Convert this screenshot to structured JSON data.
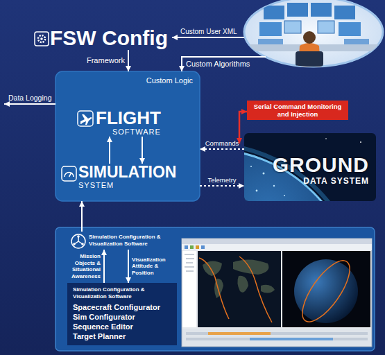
{
  "diagram": {
    "nodes": [
      {
        "text": [
          "FSW Config"
        ]
      },
      {
        "text": [
          "Custom Logic"
        ]
      },
      {
        "text": [
          "FLIGHT",
          "SOFTWARE"
        ],
        "in": 1
      },
      {
        "text": [
          "SIMULATION",
          "SYSTEM"
        ],
        "in": 1
      },
      {
        "text": [
          "Serial Command Monitoring and Injection"
        ]
      },
      {
        "text": [
          "GROUND",
          "DATA SYSTEM"
        ]
      },
      {
        "text": [
          "Simulation Configuration & Visualization Software"
        ]
      },
      {
        "text": [
          "Simulation Configuration & Visualization Software",
          "Spacecraft Configurator",
          "Sim Configurator",
          "Sequence Editor",
          "Target Planner"
        ]
      }
    ],
    "edges": [
      {
        "from": 0,
        "to": 1,
        "label": "Framework",
        "arrow": "to"
      },
      {
        "from": 3,
        "to": 2,
        "arrow": "to"
      },
      {
        "from": 2,
        "to": 3,
        "arrow": "to"
      },
      {
        "from": 5,
        "to": 1,
        "label": "Commands",
        "arrow": "to"
      },
      {
        "from": 1,
        "to": 5,
        "label": "Telemetry",
        "arrow": "to"
      },
      {
        "from": 6,
        "to": 1,
        "arrow": "to"
      },
      {
        "from": 7,
        "to": 6,
        "label": "Mission Objects & Situational Awareness",
        "arrow": "to"
      },
      {
        "from": 6,
        "to": 7,
        "label": "Visualization Attitude & Position",
        "arrow": "to"
      }
    ],
    "labels": [
      "Custom User XML",
      "Custom Algorithms",
      "Data Logging"
    ]
  }
}
